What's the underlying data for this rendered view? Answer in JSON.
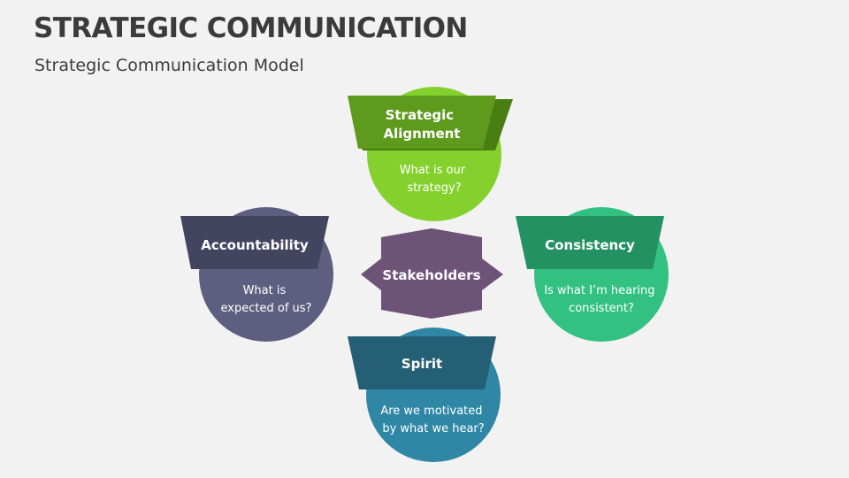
{
  "slide": {
    "title": "STRATEGIC COMMUNICATION",
    "subtitle": "Strategic Communication Model"
  },
  "center": {
    "label": "Stakeholders",
    "color": "#6e5378"
  },
  "nodes": [
    {
      "id": "strategic-alignment",
      "heading": [
        "Strategic",
        "Alignment"
      ],
      "question": [
        "What is our",
        "strategy?"
      ],
      "banner_color": "#5e9a1c",
      "banner_shadow": "#4a7d12",
      "circle_color": "#84d12e"
    },
    {
      "id": "accountability",
      "heading": [
        "Accountability"
      ],
      "question": [
        "What is",
        "expected of us?"
      ],
      "banner_color": "#424460",
      "banner_shadow": "#33354d",
      "circle_color": "#5e5f80"
    },
    {
      "id": "consistency",
      "heading": [
        "Consistency"
      ],
      "question": [
        "Is what I’m hearing",
        "consistent?"
      ],
      "banner_color": "#239162",
      "banner_shadow": "#1a7550",
      "circle_color": "#33c181"
    },
    {
      "id": "spirit",
      "heading": [
        "Spirit"
      ],
      "question": [
        "Are we motivated",
        "by what we hear?"
      ],
      "banner_color": "#245f75",
      "banner_shadow": "#1b4b5d",
      "circle_color": "#2f87a5"
    }
  ]
}
